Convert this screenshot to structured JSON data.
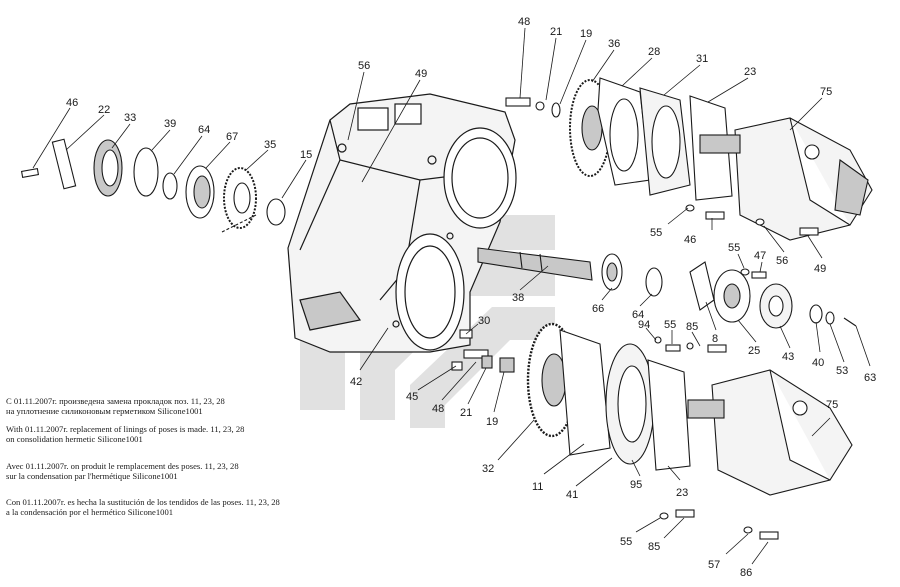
{
  "colors": {
    "line": "#1a1a1a",
    "fill": "#f4f4f4",
    "shade": "#c8c8c8",
    "watermark": "#d9d9d9"
  },
  "callouts": [
    {
      "id": "c46a",
      "text": "46"
    },
    {
      "id": "c22",
      "text": "22"
    },
    {
      "id": "c33",
      "text": "33"
    },
    {
      "id": "c39",
      "text": "39"
    },
    {
      "id": "c64a",
      "text": "64"
    },
    {
      "id": "c67",
      "text": "67"
    },
    {
      "id": "c35",
      "text": "35"
    },
    {
      "id": "c15",
      "text": "15"
    },
    {
      "id": "c56a",
      "text": "56"
    },
    {
      "id": "c49a",
      "text": "49"
    },
    {
      "id": "c48a",
      "text": "48"
    },
    {
      "id": "c21a",
      "text": "21"
    },
    {
      "id": "c19a",
      "text": "19"
    },
    {
      "id": "c36",
      "text": "36"
    },
    {
      "id": "c28",
      "text": "28"
    },
    {
      "id": "c31",
      "text": "31"
    },
    {
      "id": "c23a",
      "text": "23"
    },
    {
      "id": "c75a",
      "text": "75"
    },
    {
      "id": "c55a",
      "text": "55"
    },
    {
      "id": "c46b",
      "text": "46"
    },
    {
      "id": "c56b",
      "text": "56"
    },
    {
      "id": "c49b",
      "text": "49"
    },
    {
      "id": "c55b",
      "text": "55"
    },
    {
      "id": "c47",
      "text": "47"
    },
    {
      "id": "c38",
      "text": "38"
    },
    {
      "id": "c66",
      "text": "66"
    },
    {
      "id": "c64b",
      "text": "64"
    },
    {
      "id": "c8",
      "text": "8"
    },
    {
      "id": "c25",
      "text": "25"
    },
    {
      "id": "c43",
      "text": "43"
    },
    {
      "id": "c40",
      "text": "40"
    },
    {
      "id": "c53",
      "text": "53"
    },
    {
      "id": "c63",
      "text": "63"
    },
    {
      "id": "c94",
      "text": "94"
    },
    {
      "id": "c55c",
      "text": "55"
    },
    {
      "id": "c85a",
      "text": "85"
    },
    {
      "id": "c30",
      "text": "30"
    },
    {
      "id": "c42",
      "text": "42"
    },
    {
      "id": "c45",
      "text": "45"
    },
    {
      "id": "c48b",
      "text": "48"
    },
    {
      "id": "c21b",
      "text": "21"
    },
    {
      "id": "c19b",
      "text": "19"
    },
    {
      "id": "c32",
      "text": "32"
    },
    {
      "id": "c11",
      "text": "11"
    },
    {
      "id": "c41",
      "text": "41"
    },
    {
      "id": "c95",
      "text": "95"
    },
    {
      "id": "c23b",
      "text": "23"
    },
    {
      "id": "c75b",
      "text": "75"
    },
    {
      "id": "c55d",
      "text": "55"
    },
    {
      "id": "c85b",
      "text": "85"
    },
    {
      "id": "c57",
      "text": "57"
    },
    {
      "id": "c86",
      "text": "86"
    }
  ],
  "notes": {
    "ru": [
      "С 01.11.2007г. произведена замена прокладок поз. 11, 23, 28",
      "на уплотнение силиконовым герметиком Silicone1001"
    ],
    "en": [
      "With 01.11.2007r. replacement of linings of poses is made. 11, 23, 28",
      "on consolidation hermetic Silicone1001"
    ],
    "fr": [
      "Avec 01.11.2007r. on produit le remplacement des poses. 11, 23, 28",
      "sur la condensation par l'hermétique Silicone1001"
    ],
    "es": [
      "Con 01.11.2007r. es hecha la sustitución de los tendidos de las poses. 11, 23, 28",
      "a la condensación por el hermético Silicone1001"
    ]
  }
}
